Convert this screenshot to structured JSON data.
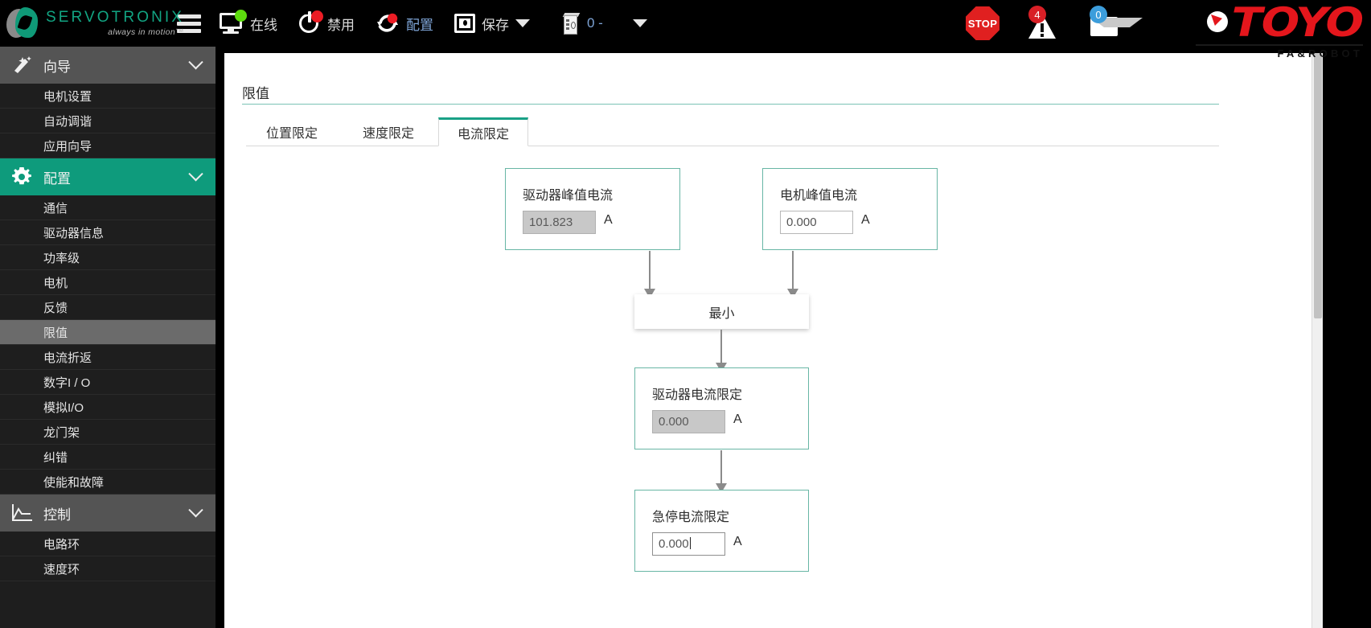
{
  "brand": {
    "name": "SERVOTRONIX",
    "tagline": "always in motion™",
    "leaf_icon": "servotronix-leaf-icon",
    "accent": "#12a583"
  },
  "toolbar": {
    "menu_icon": "hamburger-icon",
    "items": [
      {
        "icon": "monitor-online-icon",
        "label": "在线",
        "style": "normal"
      },
      {
        "icon": "power-disable-icon",
        "label": "禁用",
        "style": "normal"
      },
      {
        "icon": "refresh-config-icon",
        "label": "配置",
        "style": "blue"
      },
      {
        "icon": "save-disk-icon",
        "label": "保存",
        "style": "normal"
      },
      {
        "icon": "drive-axis-icon",
        "label": "0 -",
        "style": "blue"
      }
    ],
    "save_caret_icon": "caret-down-icon",
    "axis_caret_icon": "caret-down-icon",
    "stop_label": "STOP",
    "stop_icon": "stop-octagon-icon",
    "warning_icon": "warning-triangle-icon",
    "warning_count": "4",
    "mail_icon": "envelope-icon",
    "mail_count": "0",
    "stop_color": "#e02020",
    "warning_badge_color": "#d81f26",
    "mail_badge_color": "#3c9ddb"
  },
  "partner_logo": {
    "word": "TOYO",
    "sub": "FA&ROBOT",
    "color": "#e4161c"
  },
  "sidebar": {
    "groups": [
      {
        "label": "向导",
        "icon": "wand-icon",
        "active": false,
        "chevron_icon": "chevron-down-icon",
        "items": [
          {
            "label": "电机设置",
            "selected": false
          },
          {
            "label": "自动调谐",
            "selected": false
          },
          {
            "label": "应用向导",
            "selected": false
          }
        ]
      },
      {
        "label": "配置",
        "icon": "gear-icon",
        "active": true,
        "chevron_icon": "chevron-down-icon",
        "items": [
          {
            "label": "通信",
            "selected": false
          },
          {
            "label": "驱动器信息",
            "selected": false
          },
          {
            "label": "功率级",
            "selected": false
          },
          {
            "label": "电机",
            "selected": false
          },
          {
            "label": "反馈",
            "selected": false
          },
          {
            "label": "限值",
            "selected": true
          },
          {
            "label": "电流折返",
            "selected": false
          },
          {
            "label": "数字I / O",
            "selected": false
          },
          {
            "label": "模拟I/O",
            "selected": false
          },
          {
            "label": "龙门架",
            "selected": false
          },
          {
            "label": "纠错",
            "selected": false
          },
          {
            "label": "使能和故障",
            "selected": false
          }
        ]
      },
      {
        "label": "控制",
        "icon": "control-chart-icon",
        "active": false,
        "chevron_icon": "chevron-down-icon",
        "items": [
          {
            "label": "电路环",
            "selected": false
          },
          {
            "label": "速度环",
            "selected": false
          }
        ]
      }
    ],
    "selected_bg": "#6b6b6b",
    "active_group_bg": "#0e9b7c"
  },
  "main": {
    "title": "限值",
    "tabs": [
      {
        "label": "位置限定",
        "active": false
      },
      {
        "label": "速度限定",
        "active": false
      },
      {
        "label": "电流限定",
        "active": true
      }
    ],
    "tab_accent": "#19a186",
    "flow": {
      "nodes": [
        {
          "name": "drive-peak-current",
          "label": "驱动器峰值电流",
          "value": "101.823",
          "unit": "A",
          "readonly": true,
          "focused": false
        },
        {
          "name": "motor-peak-current",
          "label": "电机峰值电流",
          "value": "0.000",
          "unit": "A",
          "readonly": false,
          "focused": false
        },
        {
          "name": "drive-current-limit",
          "label": "驱动器电流限定",
          "value": "0.000",
          "unit": "A",
          "readonly": true,
          "focused": false
        },
        {
          "name": "estop-current-limit",
          "label": "急停电流限定",
          "value": "0.000",
          "unit": "A",
          "readonly": false,
          "focused": true
        }
      ],
      "min_node_label": "最小",
      "box_border_color": "#68b6a5",
      "arrow_color": "#8b8b8b"
    }
  }
}
